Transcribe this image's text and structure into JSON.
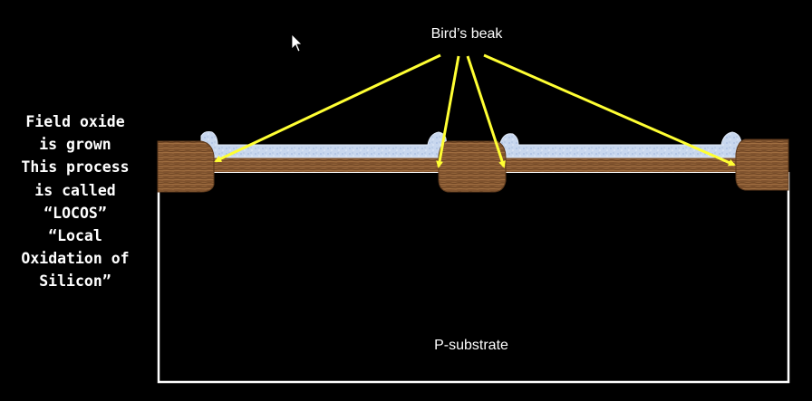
{
  "side_text": {
    "lines": [
      "Field oxide",
      "is grown",
      "This process",
      "is called",
      "“LOCOS”",
      "“Local",
      "Oxidation of",
      "Silicon”"
    ]
  },
  "callout": {
    "label": "Bird’s beak"
  },
  "substrate": {
    "label": "P-substrate"
  },
  "colors": {
    "background": "#000000",
    "substrate_outline": "#ffffff",
    "field_oxide": "#8a5a34",
    "thin_oxide": "#a56f3c",
    "nitride_mask": "#c4d4ec",
    "arrow": "#ffff33",
    "text": "#ffffff"
  },
  "icons": {
    "cursor": "mouse-pointer-icon"
  }
}
